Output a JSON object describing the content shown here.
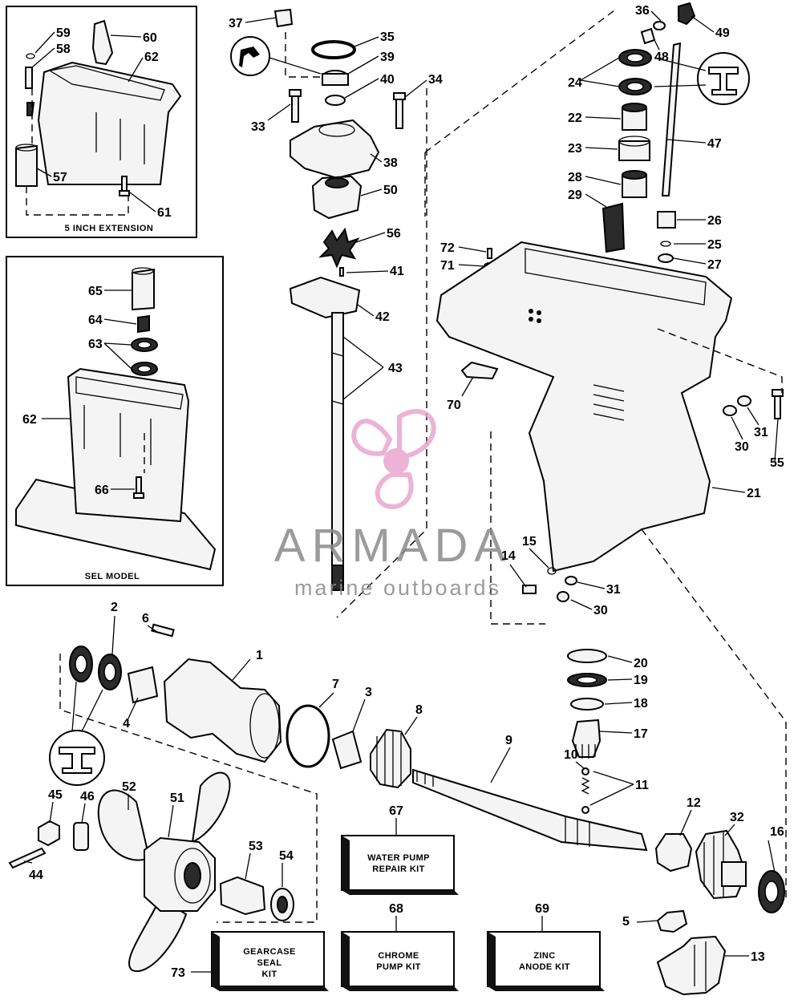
{
  "captions": {
    "extension": "5 INCH EXTENSION",
    "sel_model": "SEL MODEL"
  },
  "watermark": {
    "brand": "ARMADA",
    "tagline": "marine outboards",
    "brand_color": "#8a8a8a",
    "logo_color": "#e9a6cf"
  },
  "kits": [
    {
      "number": "67",
      "line1": "WATER PUMP",
      "line2": "REPAIR KIT",
      "line3": ""
    },
    {
      "number": "68",
      "line1": "CHROME",
      "line2": "PUMP KIT",
      "line3": ""
    },
    {
      "number": "69",
      "line1": "ZINC",
      "line2": "ANODE KIT",
      "line3": ""
    },
    {
      "number": "73",
      "line1": "GEARCASE",
      "line2": "SEAL",
      "line3": "KIT"
    }
  ],
  "callouts": [
    "1",
    "2",
    "3",
    "4",
    "5",
    "6",
    "7",
    "8",
    "9",
    "10",
    "11",
    "12",
    "13",
    "14",
    "15",
    "16",
    "17",
    "18",
    "19",
    "20",
    "21",
    "22",
    "23",
    "24",
    "25",
    "26",
    "27",
    "28",
    "29",
    "30",
    "30",
    "31",
    "31",
    "32",
    "33",
    "34",
    "35",
    "36",
    "37",
    "38",
    "39",
    "40",
    "41",
    "42",
    "43",
    "44",
    "45",
    "46",
    "47",
    "48",
    "49",
    "50",
    "51",
    "52",
    "53",
    "54",
    "55",
    "56",
    "57",
    "58",
    "59",
    "60",
    "61",
    "62",
    "62",
    "63",
    "64",
    "65",
    "66",
    "70",
    "71",
    "72"
  ]
}
